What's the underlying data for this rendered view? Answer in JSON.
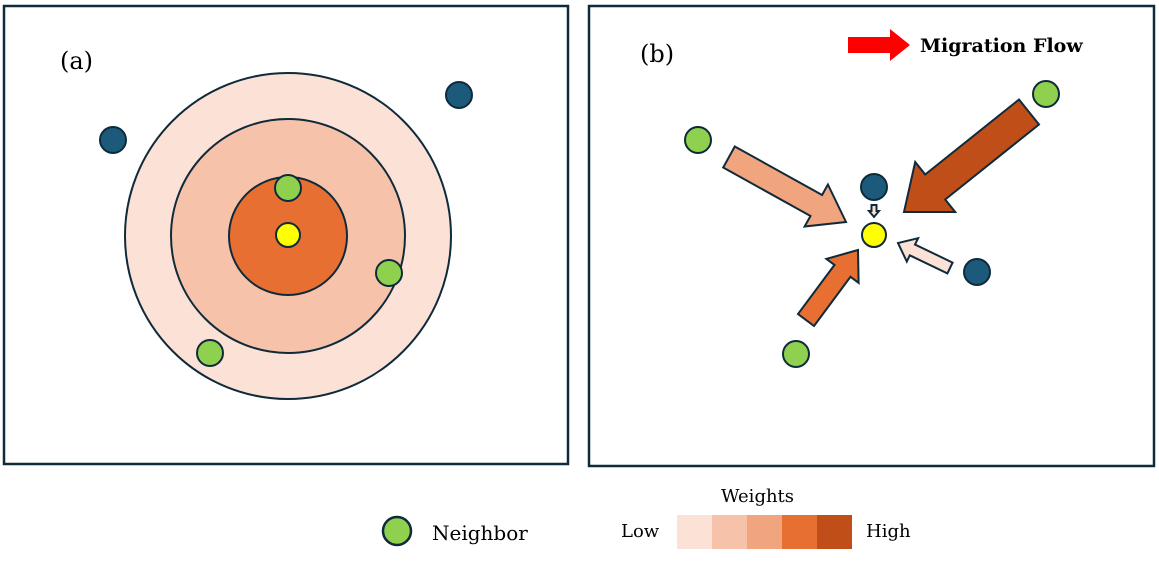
{
  "panels": {
    "a": {
      "label": "(a)"
    },
    "b": {
      "label": "(b)",
      "migration_flow_label": "Migration Flow"
    }
  },
  "legend": {
    "neighbor_label": "Neighbor",
    "weights_title": "Weights",
    "low_label": "Low",
    "high_label": "High",
    "weight_colors": [
      "#fbe1d6",
      "#f6c3aa",
      "#f1a57e",
      "#e66f31",
      "#c04e18"
    ]
  },
  "colors": {
    "center_node": "#ffff00",
    "neighbor_node": "#8fd14f",
    "other_node": "#1b5a7a",
    "migration_arrow": "#ff0000",
    "outline": "#0f2a3a"
  }
}
